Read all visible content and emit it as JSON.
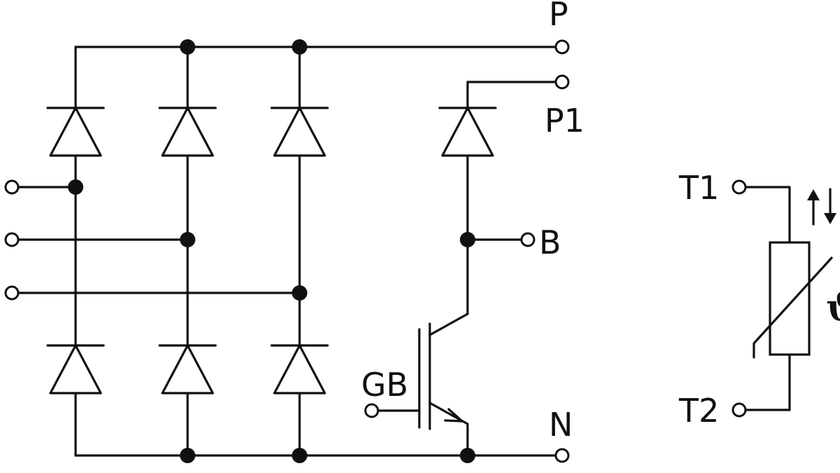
{
  "labels": {
    "p": "P",
    "p1": "P1",
    "b": "B",
    "gb": "GB",
    "n": "N",
    "t1": "T1",
    "t2": "T2",
    "ntc_symbol": "ϑ"
  }
}
